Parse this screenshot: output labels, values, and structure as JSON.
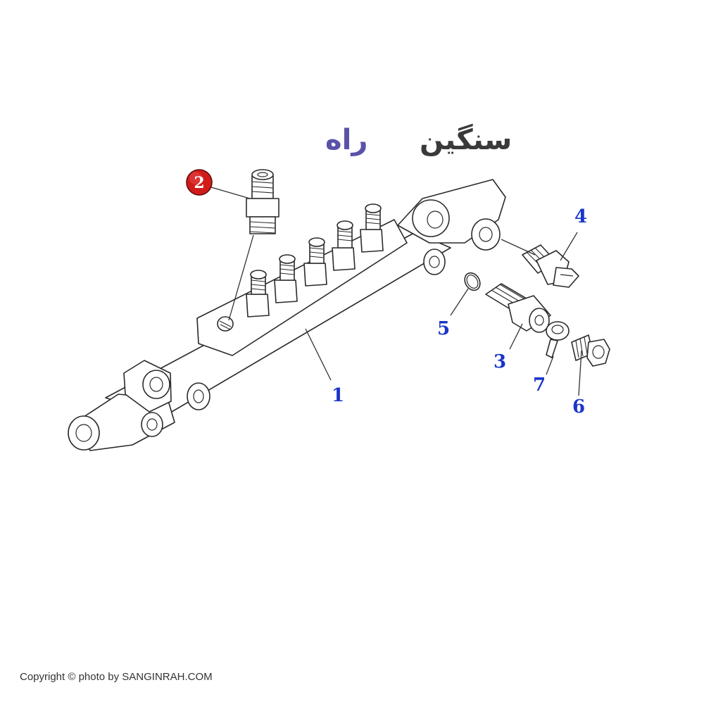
{
  "logo": {
    "text_part1": "سنگین",
    "text_part2": "راه",
    "color_dark": "#3a3a3a",
    "color_accent": "#5a52a8"
  },
  "callouts": [
    {
      "id": "1",
      "label": "1"
    },
    {
      "id": "2",
      "label": "2",
      "highlighted": true,
      "highlight_color": "#d11b1b"
    },
    {
      "id": "3",
      "label": "3"
    },
    {
      "id": "4",
      "label": "4"
    },
    {
      "id": "5",
      "label": "5"
    },
    {
      "id": "6",
      "label": "6"
    },
    {
      "id": "7",
      "label": "7"
    }
  ],
  "callout_color": "#1a35c8",
  "footer": {
    "copyright": "Copyright © photo by SANGINRAH.COM"
  }
}
